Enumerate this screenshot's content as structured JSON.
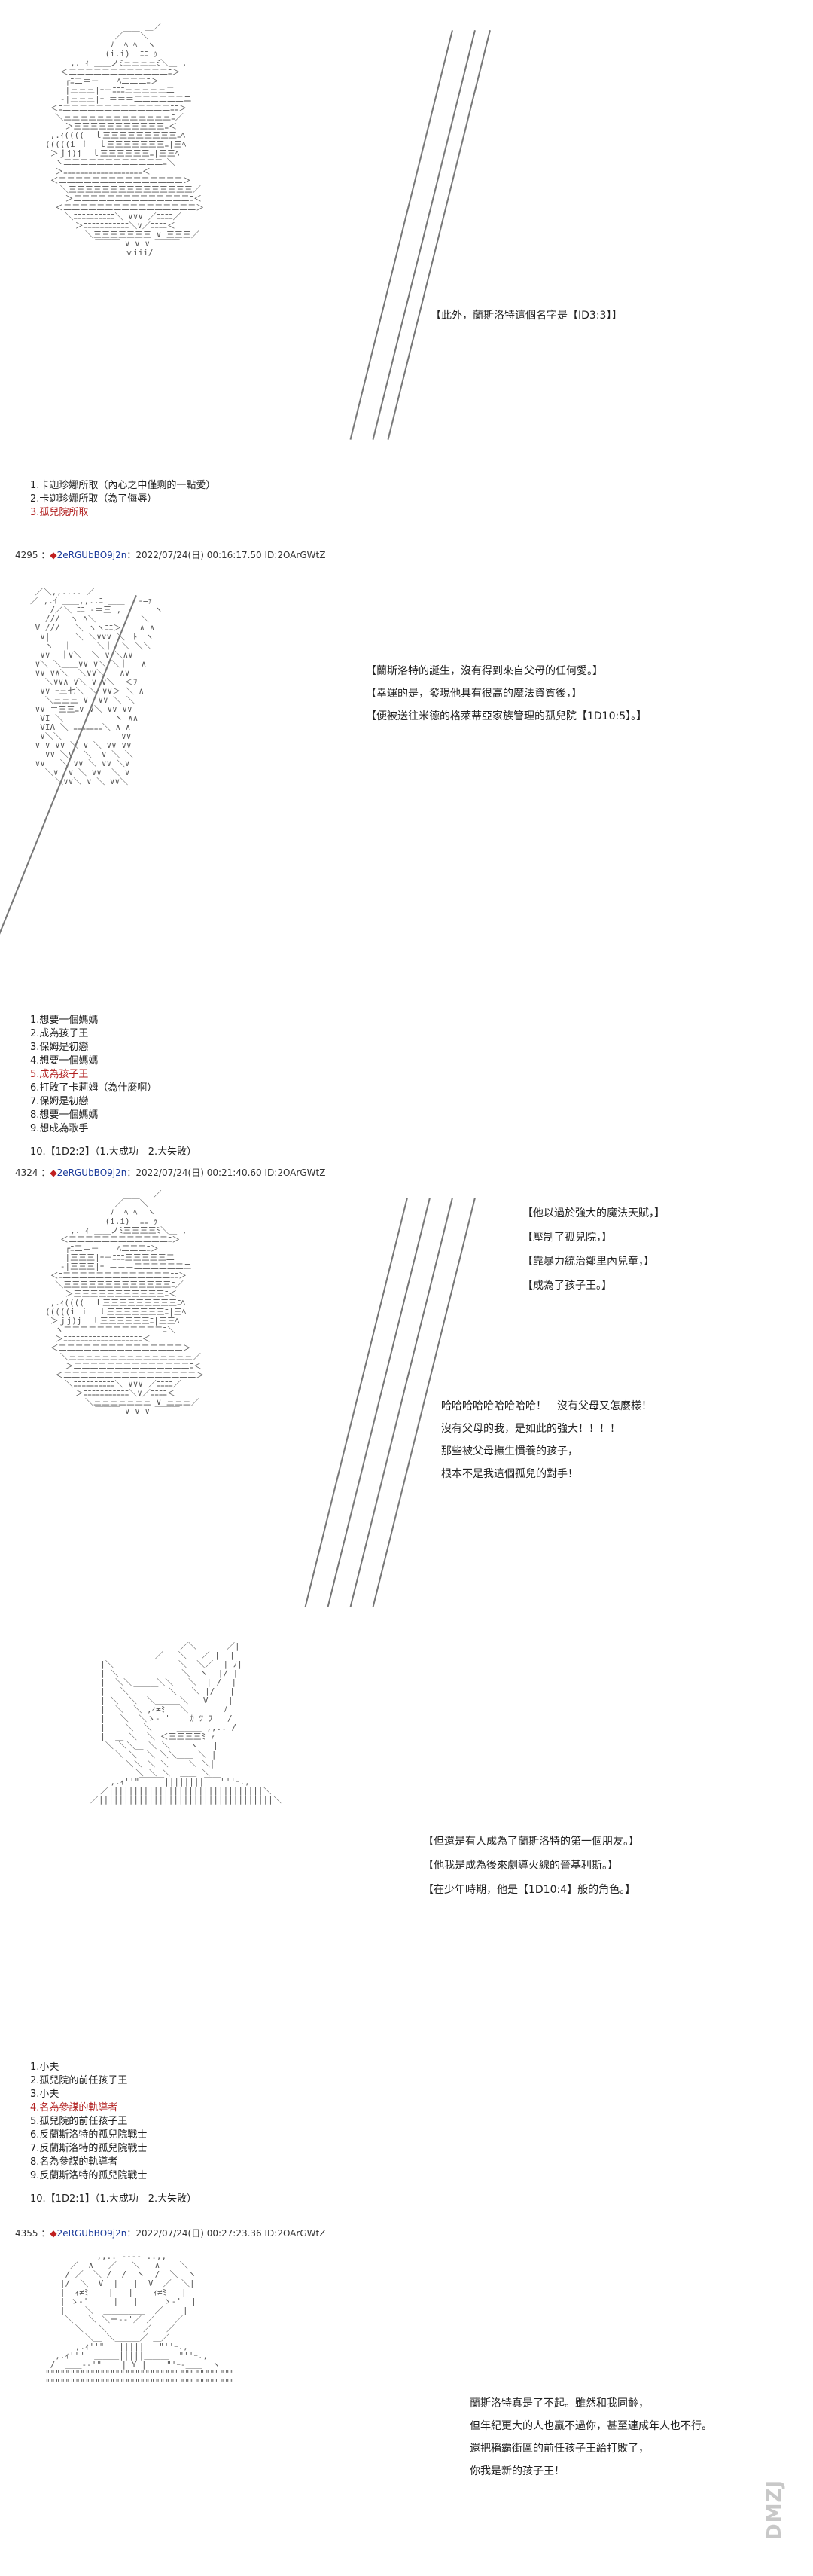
{
  "panel1": {
    "caption": [
      "【此外，蘭斯洛特這個名字是【ID3:3】】"
    ],
    "choices": [
      {
        "text": "1.卡迦珍娜所取（內心之中僅剩的一點愛）",
        "red": false
      },
      {
        "text": "2.卡迦珍娜所取（為了侮辱）",
        "red": false
      },
      {
        "text": "3.孤兒院所取",
        "red": true
      }
    ]
  },
  "post1": {
    "number": "4295",
    "diamond": "◆",
    "trip": "2eRGUbBO9j2n",
    "meta": "：2022/07/24(日) 00:16:17.50 ID:2OArGWtZ"
  },
  "panel2": {
    "caption": [
      "【蘭斯洛特的誕生，沒有得到來自父母的任何愛。】",
      "【幸運的是，發現他具有很高的魔法資質後，】",
      "【便被送往米德的格萊蒂亞家族管理的孤兒院【1D10:5】。】"
    ],
    "choices": [
      {
        "text": "1.想要一個媽媽",
        "red": false
      },
      {
        "text": "2.成為孩子王",
        "red": false
      },
      {
        "text": "3.保姆是初戀",
        "red": false
      },
      {
        "text": "4.想要一個媽媽",
        "red": false
      },
      {
        "text": "5.成為孩子王",
        "red": true
      },
      {
        "text": "6.打敗了卡莉姆（為什麼啊）",
        "red": false
      },
      {
        "text": "7.保姆是初戀",
        "red": false
      },
      {
        "text": "8.想要一個媽媽",
        "red": false
      },
      {
        "text": "9.想成為歌手",
        "red": false
      }
    ],
    "dice": "10.【1D2:2】（1.大成功　2.大失敗）"
  },
  "post2": {
    "number": "4324",
    "diamond": "◆",
    "trip": "2eRGUbBO9j2n",
    "meta": "：2022/07/24(日) 00:21:40.60 ID:2OArGWtZ"
  },
  "panel3": {
    "caption_a": [
      "【他以過於強大的魔法天賦，】",
      "【壓制了孤兒院，】",
      "【靠暴力統治鄰里內兒童，】",
      "【成為了孩子王。】"
    ],
    "caption_b": [
      "哈哈哈哈哈哈哈哈哈！　沒有父母又怎麼樣！",
      "沒有父母的我，是如此的強大！！！！",
      "那些被父母撫生慣養的孩子，",
      "根本不是我這個孤兒的對手！"
    ]
  },
  "panel4": {
    "caption": [
      "【但還是有人成為了蘭斯洛特的第一個朋友。】",
      "【他我是成為後來劇導火線的晉基利斯。】",
      "【在少年時期，他是【1D10:4】般的角色。】"
    ],
    "choices": [
      {
        "text": "1.小夫",
        "red": false
      },
      {
        "text": "2.孤兒院的前任孩子王",
        "red": false
      },
      {
        "text": "3.小夫",
        "red": false
      },
      {
        "text": "4.名為參謀的軌導者",
        "red": true
      },
      {
        "text": "5.孤兒院的前任孩子王",
        "red": false
      },
      {
        "text": "6.反蘭斯洛特的孤兒院戰士",
        "red": false
      },
      {
        "text": "7.反蘭斯洛特的孤兒院戰士",
        "red": false
      },
      {
        "text": "8.名為參謀的軌導者",
        "red": false
      },
      {
        "text": "9.反蘭斯洛特的孤兒院戰士",
        "red": false
      }
    ],
    "dice": "10.【1D2:1】（1.大成功　2.大失敗）"
  },
  "post3": {
    "number": "4355",
    "diamond": "◆",
    "trip": "2eRGUbBO9j2n",
    "meta": "：2022/07/24(日) 00:27:23.36 ID:2OArGWtZ"
  },
  "panel5": {
    "caption": [
      "蘭斯洛特真是了不起。雖然和我同齡，",
      "但年紀更大的人也贏不過你，甚至連成年人也不行。",
      "還把稱霸街區的前任孩子王給打敗了，",
      "你我是新的孩子王！"
    ]
  },
  "watermark": {
    "text": "DMZJ"
  }
}
